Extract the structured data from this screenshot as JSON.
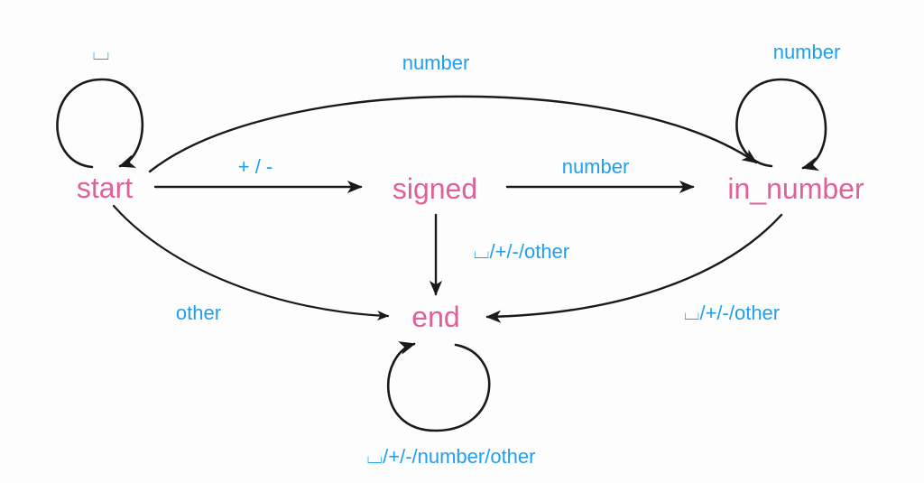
{
  "diagram": {
    "title": "number-parser-state-machine",
    "background_color": "#fdfdfd",
    "state_color": "#e0609a",
    "transition_color": "#1f9fee",
    "edge_color": "#1a1a1a",
    "states": [
      {
        "id": "start",
        "label": "start"
      },
      {
        "id": "signed",
        "label": "signed"
      },
      {
        "id": "in_number",
        "label": "in_number"
      },
      {
        "id": "end",
        "label": "end"
      }
    ],
    "transitions": [
      {
        "id": "start-self",
        "from": "start",
        "to": "start",
        "label": "⌴"
      },
      {
        "id": "start-signed",
        "from": "start",
        "to": "signed",
        "label": "+ / -"
      },
      {
        "id": "start-in-number",
        "from": "start",
        "to": "in_number",
        "label": "number"
      },
      {
        "id": "start-end",
        "from": "start",
        "to": "end",
        "label": "other"
      },
      {
        "id": "signed-in-number",
        "from": "signed",
        "to": "in_number",
        "label": "number"
      },
      {
        "id": "signed-end",
        "from": "signed",
        "to": "end",
        "label": "⌴/+/-/other"
      },
      {
        "id": "in-number-self",
        "from": "in_number",
        "to": "in_number",
        "label": "number"
      },
      {
        "id": "in-number-end",
        "from": "in_number",
        "to": "end",
        "label": "⌴/+/-/other"
      },
      {
        "id": "end-self",
        "from": "end",
        "to": "end",
        "label": "⌴/+/-/number/other"
      }
    ]
  }
}
